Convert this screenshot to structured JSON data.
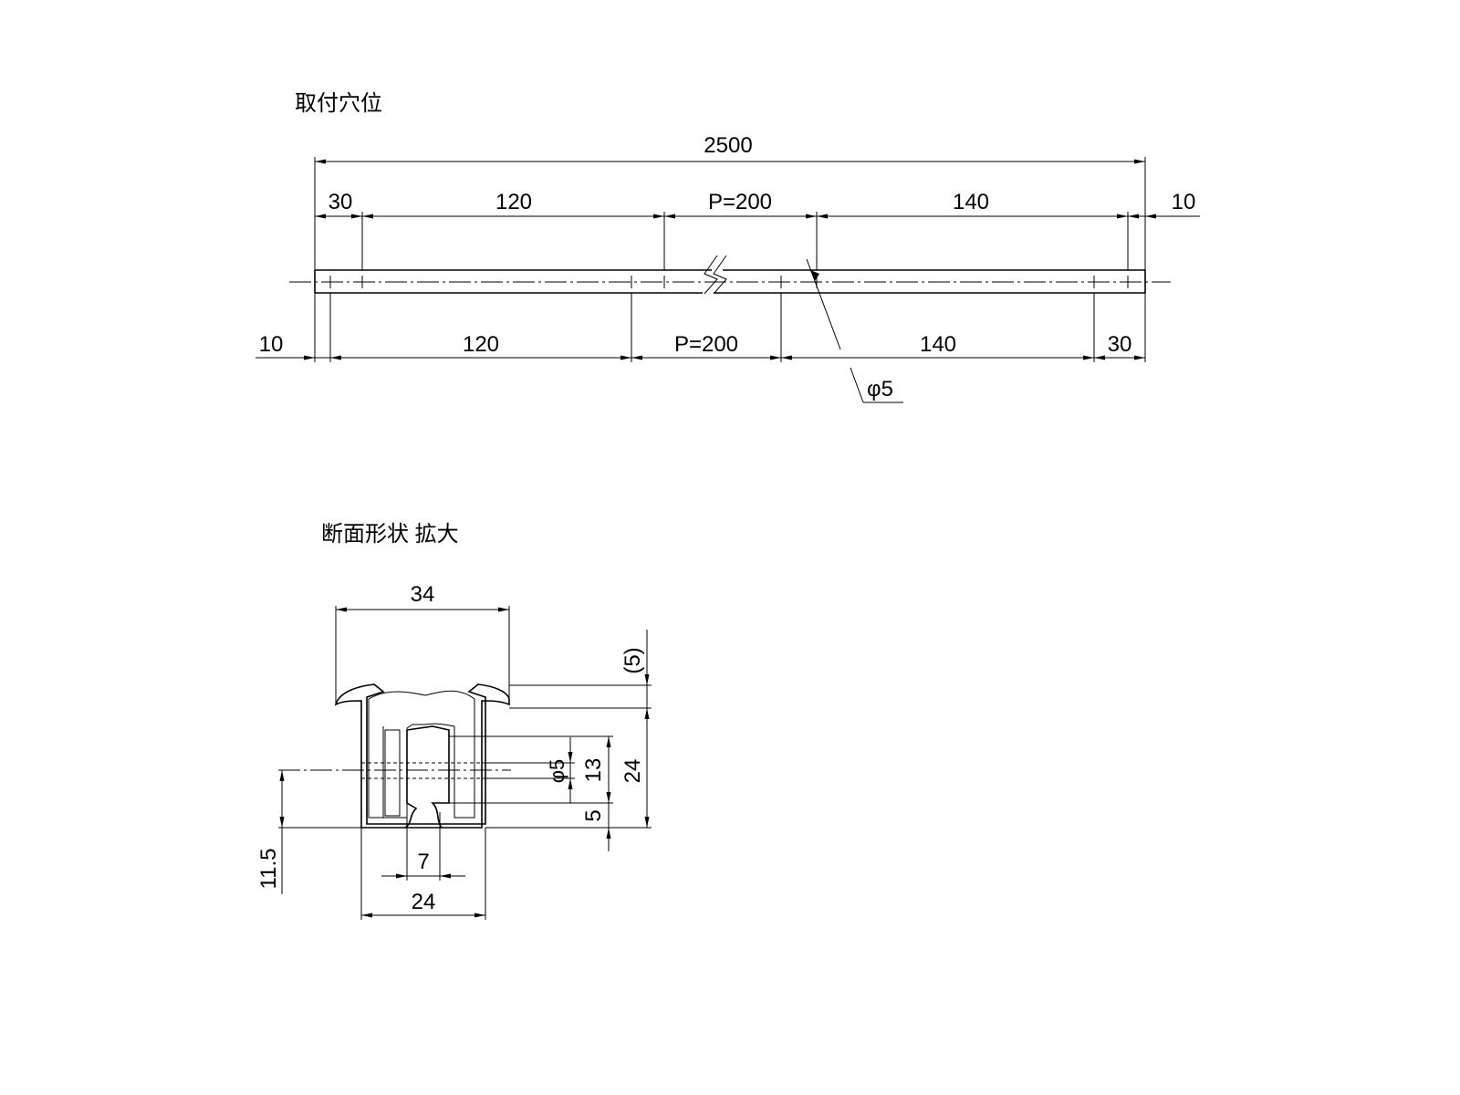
{
  "top_view": {
    "title": "取付穴位",
    "overall": "2500",
    "upper": [
      "30",
      "120",
      "P=200",
      "140",
      "10"
    ],
    "lower": [
      "10",
      "120",
      "P=200",
      "140",
      "30"
    ],
    "hole": "φ5"
  },
  "section_view": {
    "title": "断面形状 拡大",
    "dims": {
      "top_width": "34",
      "height_paren": "(5)",
      "height": "24",
      "slot": "13",
      "bottom_gap": "5",
      "hole": "φ5",
      "axis_offset": "11.5",
      "gap_width": "7",
      "body_width": "24"
    }
  }
}
